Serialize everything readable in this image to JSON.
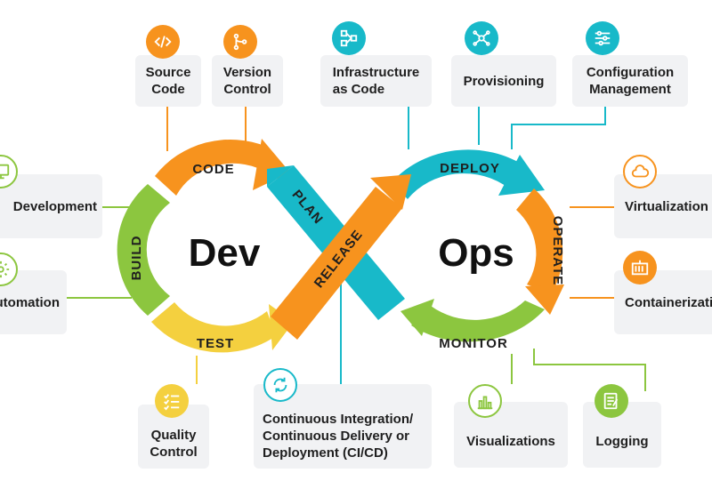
{
  "colors": {
    "orange": "#f7931e",
    "teal": "#18b9c9",
    "green": "#8cc63f",
    "yellow": "#f4d03f",
    "card": "#f1f2f4",
    "text": "#1f1f1f"
  },
  "center": {
    "left_word": "Dev",
    "right_word": "Ops"
  },
  "stages": {
    "code": "CODE",
    "build": "BUILD",
    "test": "TEST",
    "plan": "PLAN",
    "release": "RELEASE",
    "deploy": "DEPLOY",
    "operate": "OPERATE",
    "monitor": "MONITOR"
  },
  "cards": {
    "source_code": {
      "label": "Source\nCode",
      "icon": "code-icon"
    },
    "version_control": {
      "label": "Version\nControl",
      "icon": "branch-icon"
    },
    "infrastructure_as_code": {
      "label": "Infrastructure\nas Code",
      "icon": "network-icon"
    },
    "provisioning": {
      "label": "Provisioning",
      "icon": "hub-icon"
    },
    "configuration_management": {
      "label": "Configuration\nManagement",
      "icon": "sliders-icon"
    },
    "development": {
      "label": "Development",
      "icon": "monitor-icon"
    },
    "automation": {
      "label": "Automation",
      "icon": "gear-icon"
    },
    "virtualization": {
      "label": "Virtualization",
      "icon": "cloud-icon"
    },
    "containerization": {
      "label": "Containerization",
      "icon": "container-icon"
    },
    "quality_control": {
      "label": "Quality\nControl",
      "icon": "checklist-icon"
    },
    "ci_cd": {
      "label": "Continuous Integration/\nContinuous Delivery or\nDeployment (CI/CD)",
      "icon": "cycle-icon"
    },
    "visualizations": {
      "label": "Visualizations",
      "icon": "bar-chart-icon"
    },
    "logging": {
      "label": "Logging",
      "icon": "log-icon"
    }
  }
}
